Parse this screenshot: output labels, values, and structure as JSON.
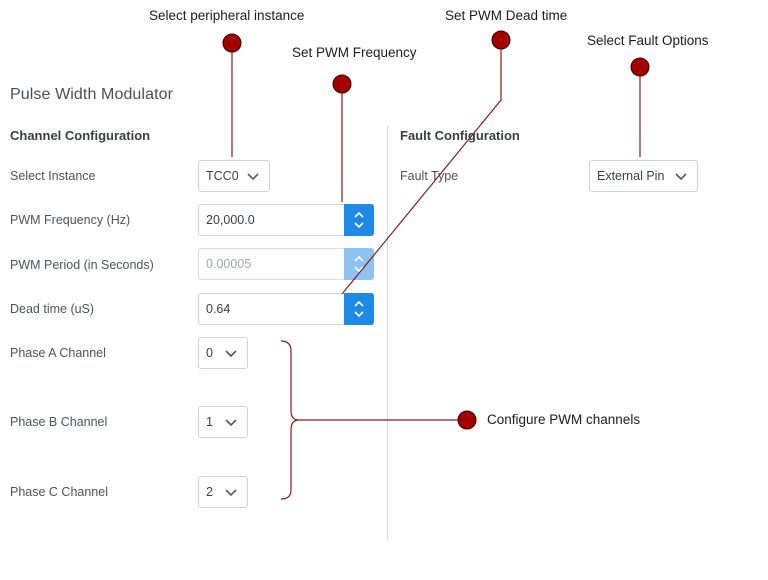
{
  "panel": {
    "title": "Pulse Width Modulator",
    "channel_section": "Channel Configuration",
    "fault_section": "Fault Configuration"
  },
  "fields": {
    "instance": {
      "label": "Select Instance",
      "value": "TCC0"
    },
    "frequency": {
      "label": "PWM Frequency (Hz)",
      "value": "20,000.0"
    },
    "period": {
      "label": "PWM Period (in Seconds)",
      "value": "0.00005",
      "disabled": true
    },
    "dead_time": {
      "label": "Dead time (uS)",
      "value": "0.64"
    },
    "phase_a": {
      "label": "Phase A Channel",
      "value": "0"
    },
    "phase_b": {
      "label": "Phase B Channel",
      "value": "1"
    },
    "phase_c": {
      "label": "Phase C Channel",
      "value": "2"
    },
    "fault_type": {
      "label": "Fault Type",
      "value": "External Pin"
    }
  },
  "annotations": {
    "instance": "Select peripheral instance",
    "frequency": "Set PWM Frequency",
    "dead_time": "Set PWM Dead time",
    "fault": "Select Fault Options",
    "channels": "Configure PWM channels"
  },
  "colors": {
    "accent": "#1f8ae6",
    "accent_disabled": "#8cc3f1",
    "callout_dot": "#a50000",
    "callout_line": "#8b1a1a"
  },
  "icons": {
    "dropdown": "chevron-down-icon",
    "spin_up": "chevron-up-icon",
    "spin_down": "chevron-down-icon",
    "callout_marker": "circle-marker-icon"
  }
}
